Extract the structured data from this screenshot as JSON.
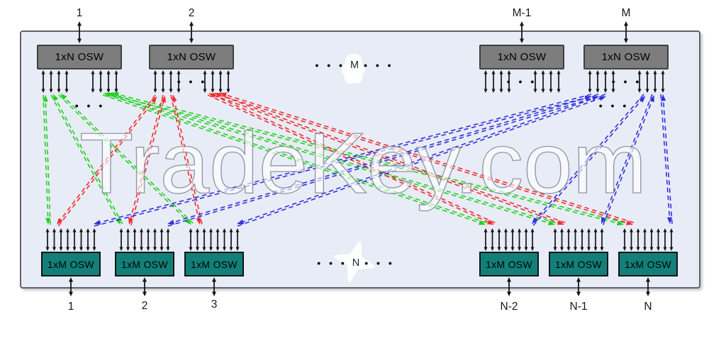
{
  "watermark": {
    "text": "TradeKey.com"
  },
  "panel": {
    "fill": "#e8ecf6",
    "border": "#5f6368"
  },
  "boxes": {
    "top_fill": "#7d7d7d",
    "top_border": "#3f4042",
    "top_text": "#000000",
    "bottom_fill": "#128078",
    "bottom_border": "#101418",
    "bottom_text": "#000000"
  },
  "links": {
    "green": "#1fd11f",
    "red": "#ee2e2e",
    "blue": "#3232dd",
    "black": "#141414"
  },
  "top_row": {
    "boxes": [
      {
        "label": "1xN OSW",
        "port": "1"
      },
      {
        "label": "1xN OSW",
        "port": "2"
      },
      {
        "label": "1xN OSW",
        "port": "M-1"
      },
      {
        "label": "1xN OSW",
        "port": "M"
      }
    ],
    "ellipsis": "• • •",
    "middle_label": "M"
  },
  "bottom_row": {
    "boxes": [
      {
        "label": "1xM OSW",
        "port": "1"
      },
      {
        "label": "1xM OSW",
        "port": "2"
      },
      {
        "label": "1xM OSW",
        "port": "3"
      },
      {
        "label": "1xM OSW",
        "port": "N-2"
      },
      {
        "label": "1xM OSW",
        "port": "N-1"
      },
      {
        "label": "1xM OSW",
        "port": "N"
      }
    ],
    "ellipsis": "• • •",
    "middle_label": "N"
  }
}
